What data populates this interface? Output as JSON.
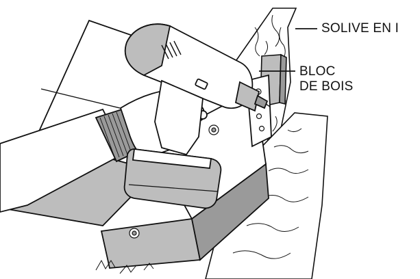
{
  "labels": {
    "joist": "SOLIVE EN I",
    "block_line1": "BLOC",
    "block_line2": "DE BOIS"
  },
  "colors": {
    "line": "#111111",
    "shade": "#bdbdbd",
    "shade_dark": "#9a9a9a",
    "fill": "#ffffff"
  }
}
